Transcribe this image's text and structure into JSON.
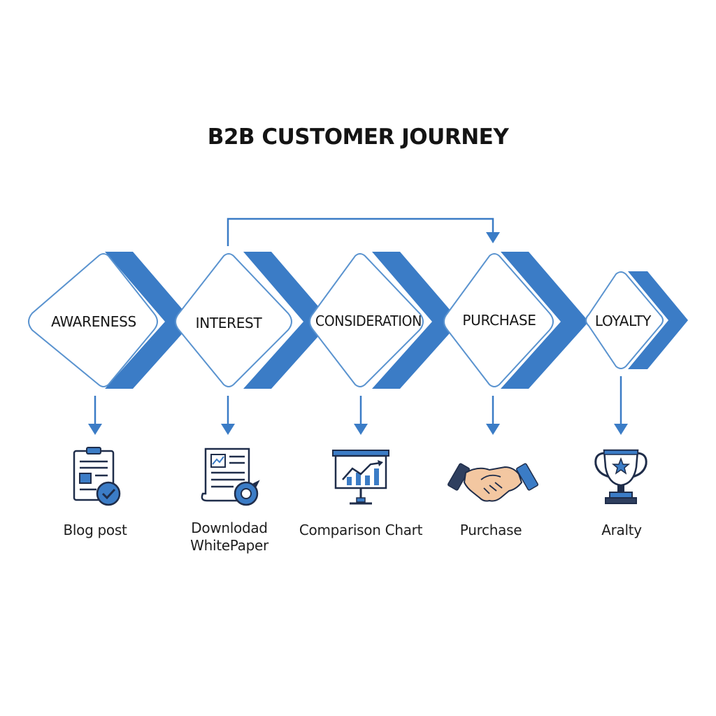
{
  "title": "B2B CUSTOMER JOURNEY",
  "colors": {
    "accent": "#3b7cc6",
    "outline": "#4a86c8",
    "icon_dark": "#1f2d4a",
    "text": "#161616"
  },
  "stages": [
    {
      "label": "AWARENESS",
      "caption_lines": [
        "Blog post"
      ],
      "icon": "blog-post-icon"
    },
    {
      "label": "INTEREST",
      "caption_lines": [
        "Downlodad",
        "WhitePaper"
      ],
      "icon": "whitepaper-icon"
    },
    {
      "label": "CONSIDERATION",
      "caption_lines": [
        "Comparison Chart"
      ],
      "icon": "comparison-chart-icon"
    },
    {
      "label": "PURCHASE",
      "caption_lines": [
        "Purchase"
      ],
      "icon": "handshake-icon"
    },
    {
      "label": "LOYALTY",
      "caption_lines": [
        "Aralty"
      ],
      "icon": "trophy-icon"
    }
  ],
  "connections": [
    {
      "from": "INTEREST",
      "to": "PURCHASE",
      "type": "skip-arrow"
    }
  ]
}
